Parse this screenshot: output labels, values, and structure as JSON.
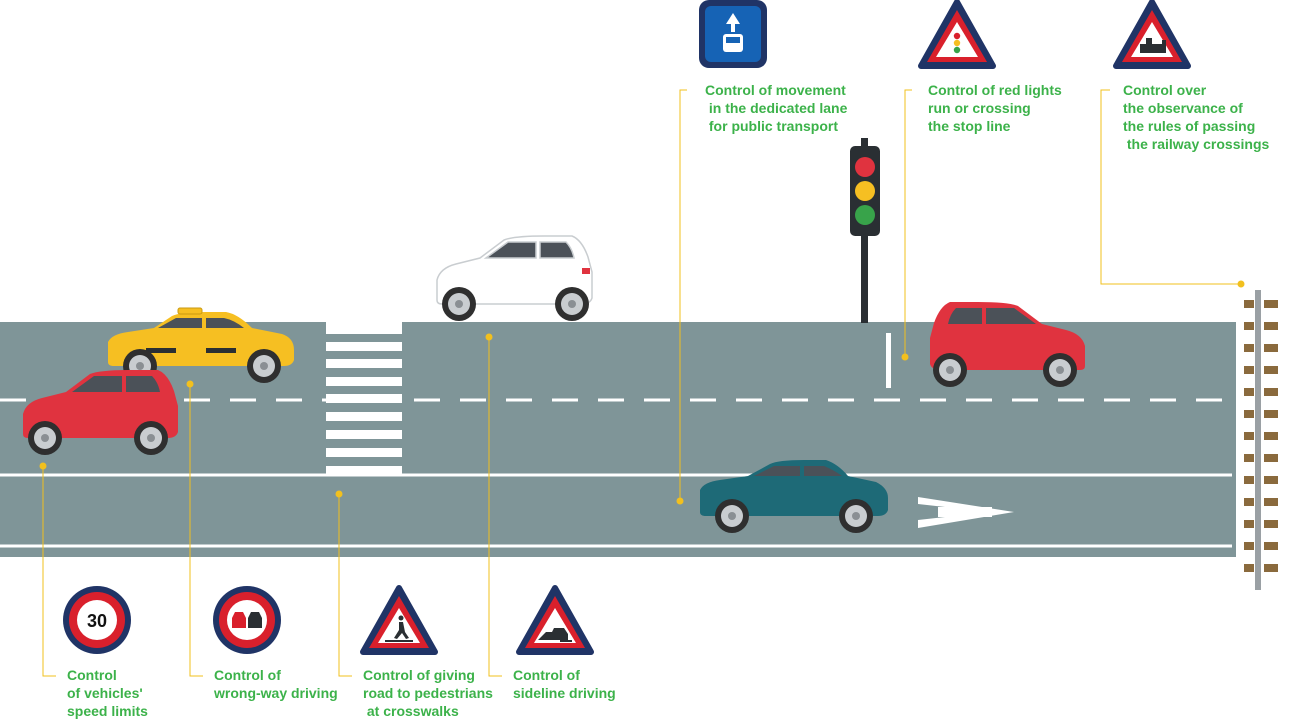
{
  "colors": {
    "asphalt": "#7f9598",
    "label_green": "#3cb24a",
    "leader_yellow": "#f2c01e",
    "sign_red": "#d9202c",
    "sign_navy": "#203466",
    "sign_blue": "#1663b5",
    "car_red": "#e0333f",
    "car_teal": "#1e6a77",
    "taxi_yellow": "#f6bf22"
  },
  "signs": {
    "speed_limit_value": "30"
  },
  "labels": {
    "bus_lane": "Control of movement\n in the dedicated lane\n for public transport",
    "red_light": "Control of red lights\nrun or crossing\nthe stop line",
    "railway": "Control over\nthe observance of\nthe rules of passing\n the railway crossings",
    "speed": "Control\nof vehicles'\nspeed limits",
    "wrong_way": "Control of\nwrong-way driving",
    "pedestrians": "Control of giving\nroad to pedestrians\n at crosswalks",
    "sideline": "Control of\nsideline driving"
  },
  "icons": [
    "bus-lane-sign-icon",
    "traffic-light-warning-sign-icon",
    "railway-crossing-sign-icon",
    "speed-limit-sign-icon",
    "no-overtaking-sign-icon",
    "pedestrian-crossing-sign-icon",
    "roadside-driving-sign-icon",
    "traffic-light-icon",
    "car-icon",
    "taxi-icon",
    "railway-track-icon"
  ]
}
